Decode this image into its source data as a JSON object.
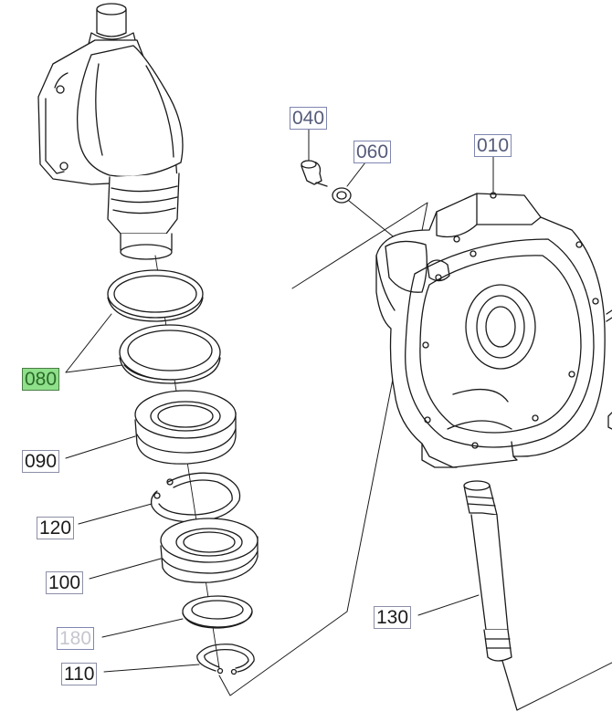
{
  "callouts": {
    "p010": "010",
    "p040": "040",
    "p060": "060",
    "p080": "080",
    "p090": "090",
    "p100": "100",
    "p110": "110",
    "p120": "120",
    "p130": "130",
    "p180": "180"
  },
  "colors": {
    "line": "#1a1a1a",
    "highlight": "#8fe08a",
    "box_border": "#8c8fa6",
    "muted_text": "#c6c6d0"
  }
}
